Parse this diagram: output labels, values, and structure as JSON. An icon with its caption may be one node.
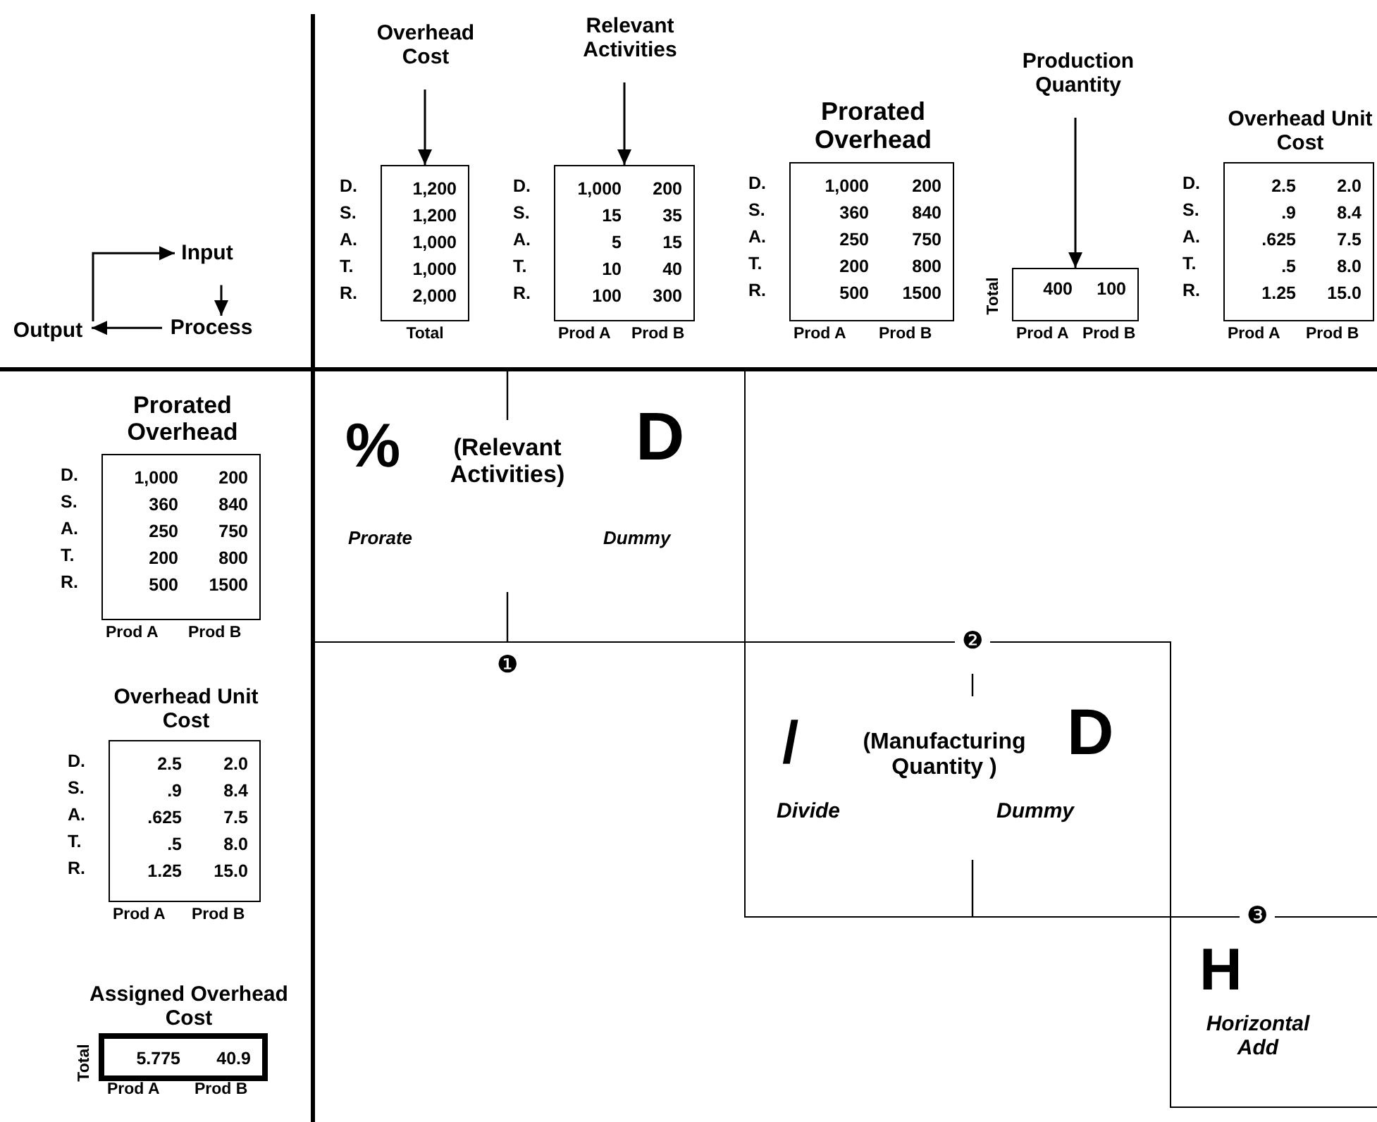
{
  "diagram": {
    "nodes": [
      {
        "text": [
          "Input"
        ]
      },
      {
        "text": [
          "Process"
        ]
      },
      {
        "text": [
          "Output"
        ]
      },
      {
        "text": [
          "Overhead Cost"
        ]
      },
      {
        "text": [
          "1,200",
          "1,200",
          "1,000",
          "1,000",
          "2,000"
        ],
        "beside": [
          "D.",
          "S.",
          "A.",
          "T.",
          "R.",
          "Total"
        ]
      },
      {
        "text": [
          "Relevant Activities"
        ]
      },
      {
        "text": [
          "1,000",
          "200",
          "15",
          "35",
          "5",
          "15",
          "10",
          "40",
          "100",
          "300"
        ],
        "beside": [
          "D.",
          "S.",
          "A.",
          "T.",
          "R.",
          "Prod A",
          "Prod B"
        ]
      },
      {
        "text": [
          "Prorated Overhead",
          "1,000",
          "200",
          "360",
          "840",
          "250",
          "750",
          "200",
          "800",
          "500",
          "1500"
        ],
        "beside": [
          "D.",
          "S.",
          "A.",
          "T.",
          "R.",
          "Prod A",
          "Prod B"
        ]
      },
      {
        "text": [
          "Production Quantity"
        ]
      },
      {
        "text": [
          "400",
          "100"
        ],
        "beside": [
          "Total",
          "Prod A",
          "Prod B"
        ]
      },
      {
        "text": [
          "Overhead Unit Cost",
          "2.5",
          "2.0",
          ".9",
          "8.4",
          ".625",
          "7.5",
          ".5",
          "8.0",
          "1.25",
          "15.0"
        ],
        "beside": [
          "D.",
          "S.",
          "A.",
          "T.",
          "R.",
          "Prod A",
          "Prod B"
        ]
      },
      {
        "text": [
          "Prorated Overhead",
          "1,000",
          "200",
          "360",
          "840",
          "250",
          "750",
          "200",
          "800",
          "500",
          "1500"
        ],
        "beside": [
          "D.",
          "S.",
          "A.",
          "T.",
          "R.",
          "Prod A",
          "Prod B"
        ]
      },
      {
        "text": [
          "Overhead Unit Cost",
          "2.5",
          "2.0",
          ".9",
          "8.4",
          ".625",
          "7.5",
          ".5",
          "8.0",
          "1.25",
          "15.0"
        ],
        "beside": [
          "D.",
          "S.",
          "A.",
          "T.",
          "R.",
          "Prod A",
          "Prod B"
        ]
      },
      {
        "text": [
          "Assigned Overhead Cost",
          "5.775",
          "40.9"
        ],
        "beside": [
          "Total",
          "Prod A",
          "Prod B"
        ]
      },
      {
        "text": [
          "%",
          "(Relevant Activities)",
          "D",
          "Prorate",
          "Dummy"
        ]
      },
      {
        "text": [
          "/",
          "(Manufacturing Quantity )",
          "D",
          "Divide",
          "Dummy"
        ]
      },
      {
        "text": [
          "H",
          "Horizontal Add"
        ]
      }
    ],
    "edges": [
      {
        "from": 2,
        "to": 0,
        "arrow": "to"
      },
      {
        "from": 0,
        "to": 1,
        "arrow": "to"
      },
      {
        "from": 1,
        "to": 2,
        "arrow": "to"
      },
      {
        "from": 3,
        "to": 4,
        "arrow": "to"
      },
      {
        "from": 5,
        "to": 6,
        "arrow": "to"
      },
      {
        "from": 8,
        "to": 9,
        "arrow": "to"
      }
    ],
    "labels": [
      "❶",
      "❷",
      "❸"
    ]
  }
}
